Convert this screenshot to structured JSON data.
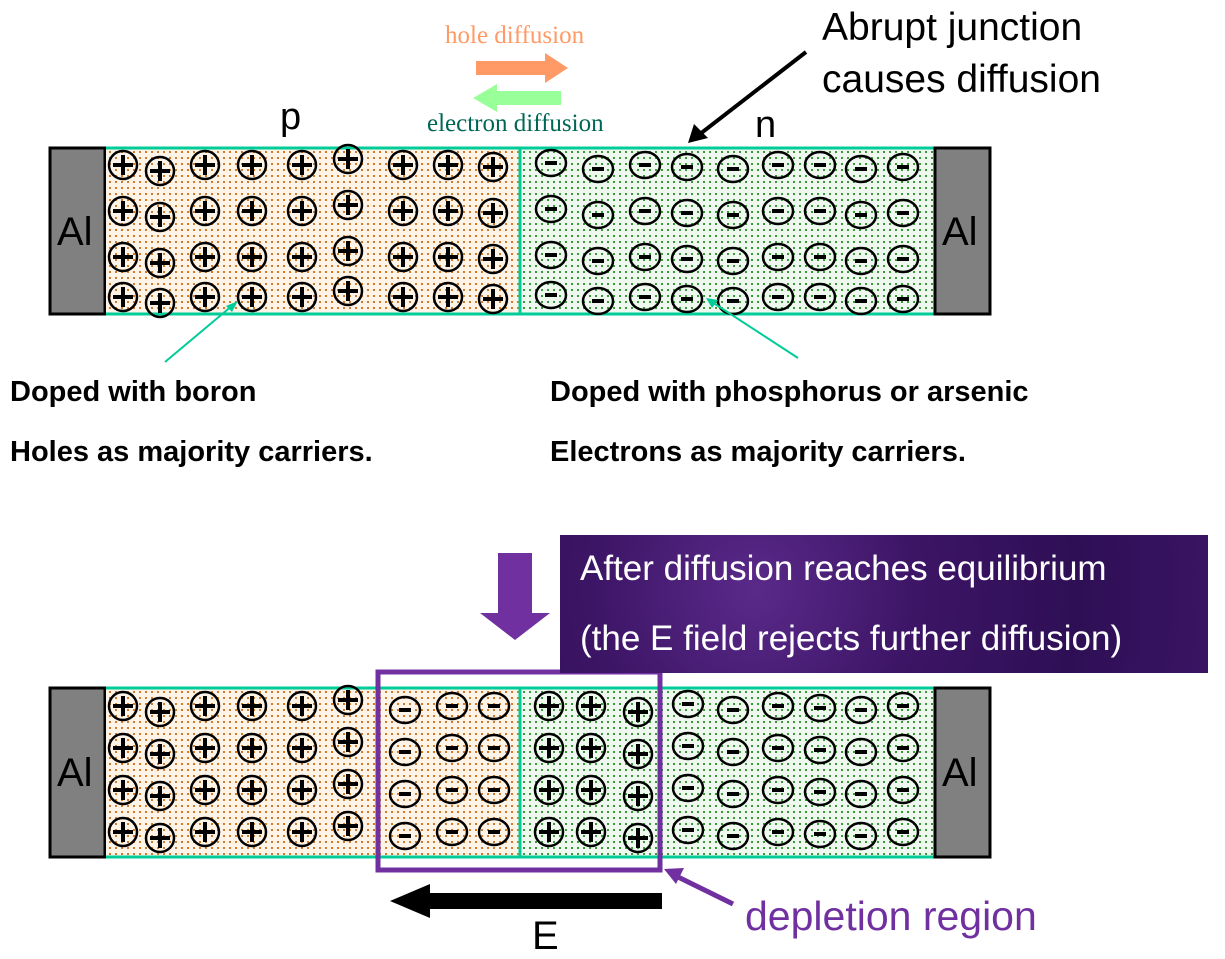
{
  "top_diagram": {
    "hole_diffusion_label": "hole diffusion",
    "electron_diffusion_label": "electron diffusion",
    "abrupt_junction_label_line1": "Abrupt junction",
    "abrupt_junction_label_line2": "causes diffusion",
    "p_label": "p",
    "n_label": "n",
    "left_contact_label": "Al",
    "right_contact_label": "Al",
    "p_region_charge": "+",
    "n_region_charge": "-",
    "p_cols": 9,
    "n_cols": 9,
    "rows": 4
  },
  "annotations": {
    "p_side_line1": "Doped with boron",
    "p_side_line2": "Holes as majority carriers.",
    "n_side_line1": "Doped with phosphorus or arsenic",
    "n_side_line2": "Electrons as majority carriers."
  },
  "transition": {
    "line1": "After diffusion reaches equilibrium",
    "line2": "(the E field rejects further diffusion)"
  },
  "bottom_diagram": {
    "left_contact_label": "Al",
    "right_contact_label": "Al",
    "p_neutral_cols": 6,
    "p_depleted_cols": 3,
    "n_depleted_cols": 3,
    "n_neutral_cols": 6,
    "rows": 4,
    "depletion_label": "depletion region",
    "field_label": "E"
  },
  "colors": {
    "hole_arrow": "#ff9966",
    "electron_arrow": "#99ff99",
    "hole_text": "#ff9966",
    "electron_text": "#006655",
    "junction_border": "#00cc99",
    "p_dots": "#cc6600",
    "n_dots": "#339933",
    "contact_fill": "#808080",
    "purple": "#7030a0"
  }
}
